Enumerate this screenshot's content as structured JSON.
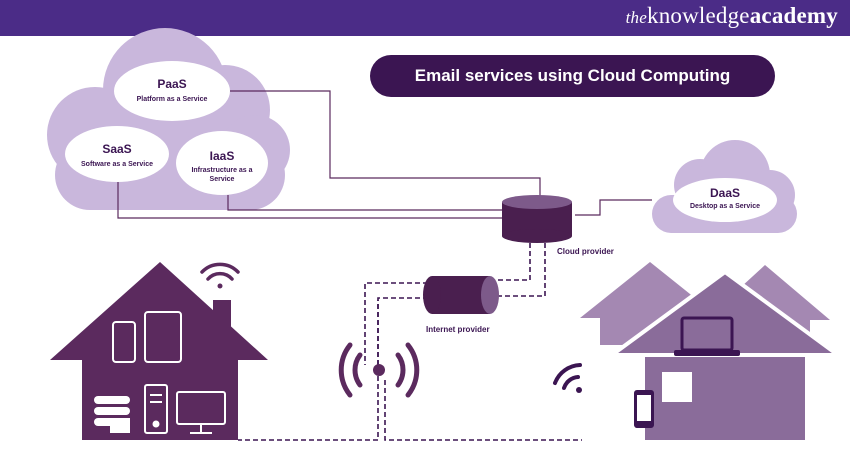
{
  "brand": {
    "the": "the",
    "knowledge": "knowledge",
    "academy": "academy"
  },
  "title": "Email services using Cloud Computing",
  "clouds": {
    "paas": {
      "name": "PaaS",
      "desc": "Platform as a Service"
    },
    "saas": {
      "name": "SaaS",
      "desc": "Software as a Service"
    },
    "iaas": {
      "name": "IaaS",
      "desc_line1": "Infrastructure as a",
      "desc_line2": "Service"
    },
    "daas": {
      "name": "DaaS",
      "desc": "Desktop as a Service"
    }
  },
  "labels": {
    "cloud_provider": "Cloud provider",
    "internet_provider": "Internet provider"
  },
  "colors": {
    "brand_bar": "#4b2c87",
    "title_pill": "#3b1552",
    "cloud_fill": "#c9b7dc",
    "dark_purple": "#5b2a5e",
    "house_right": "#8a6c9a",
    "line": "#5b2a5e"
  },
  "icons": [
    "wifi-icon",
    "phone-icon",
    "tablet-icon",
    "database-icon",
    "server-tower-icon",
    "monitor-icon",
    "laptop-icon",
    "wireless-antenna-icon",
    "cylinder-cloud-provider-icon",
    "pipe-internet-provider-icon"
  ]
}
